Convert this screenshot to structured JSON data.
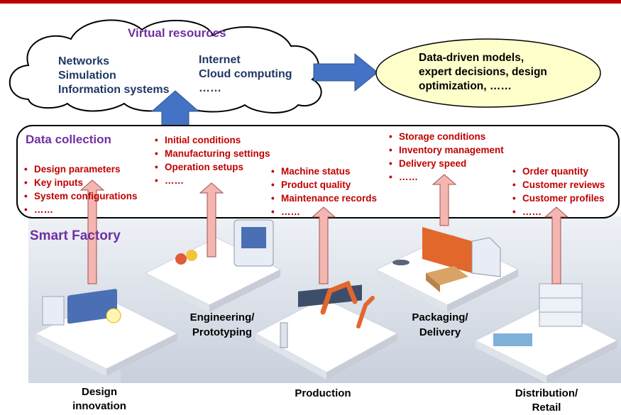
{
  "virtual_resources": {
    "title": "Virtual resources",
    "left_items": [
      "Networks",
      "Simulation",
      "Information systems"
    ],
    "right_items": [
      "Internet",
      "Cloud computing",
      "……"
    ]
  },
  "outcome": {
    "lines": [
      "Data-driven models,",
      "expert decisions, design",
      "optimization, ……"
    ]
  },
  "data_collection": {
    "title": "Data collection",
    "groups": [
      [
        "Design parameters",
        "Key inputs",
        "System configurations",
        "……"
      ],
      [
        "Initial conditions",
        "Manufacturing settings",
        "Operation setups",
        "……"
      ],
      [
        "Machine status",
        "Product quality",
        "Maintenance records",
        "……"
      ],
      [
        "Storage conditions",
        "Inventory management",
        "Delivery speed",
        "……"
      ],
      [
        "Order quantity",
        "Customer reviews",
        "Customer profiles",
        "……"
      ]
    ]
  },
  "smart_factory": {
    "title": "Smart Factory"
  },
  "stages": {
    "engineering": [
      "Engineering/",
      "Prototyping"
    ],
    "packaging": [
      "Packaging/",
      "Delivery"
    ]
  },
  "bottom_labels": {
    "design": [
      "Design",
      "innovation"
    ],
    "production": "Production",
    "distribution": [
      "Distribution/",
      "Retail"
    ]
  },
  "colors": {
    "accent_red": "#c00000",
    "title_purple": "#7030a0",
    "cloud_text_navy": "#1f3864",
    "arrow_blue": "#4472c4",
    "oval_fill": "#ffffcc",
    "up_arrow_fill": "#f4b6b0"
  },
  "icons": [
    "cloud-shape",
    "right-arrow-icon",
    "up-arrow-icon",
    "factory-isometric-scene"
  ]
}
